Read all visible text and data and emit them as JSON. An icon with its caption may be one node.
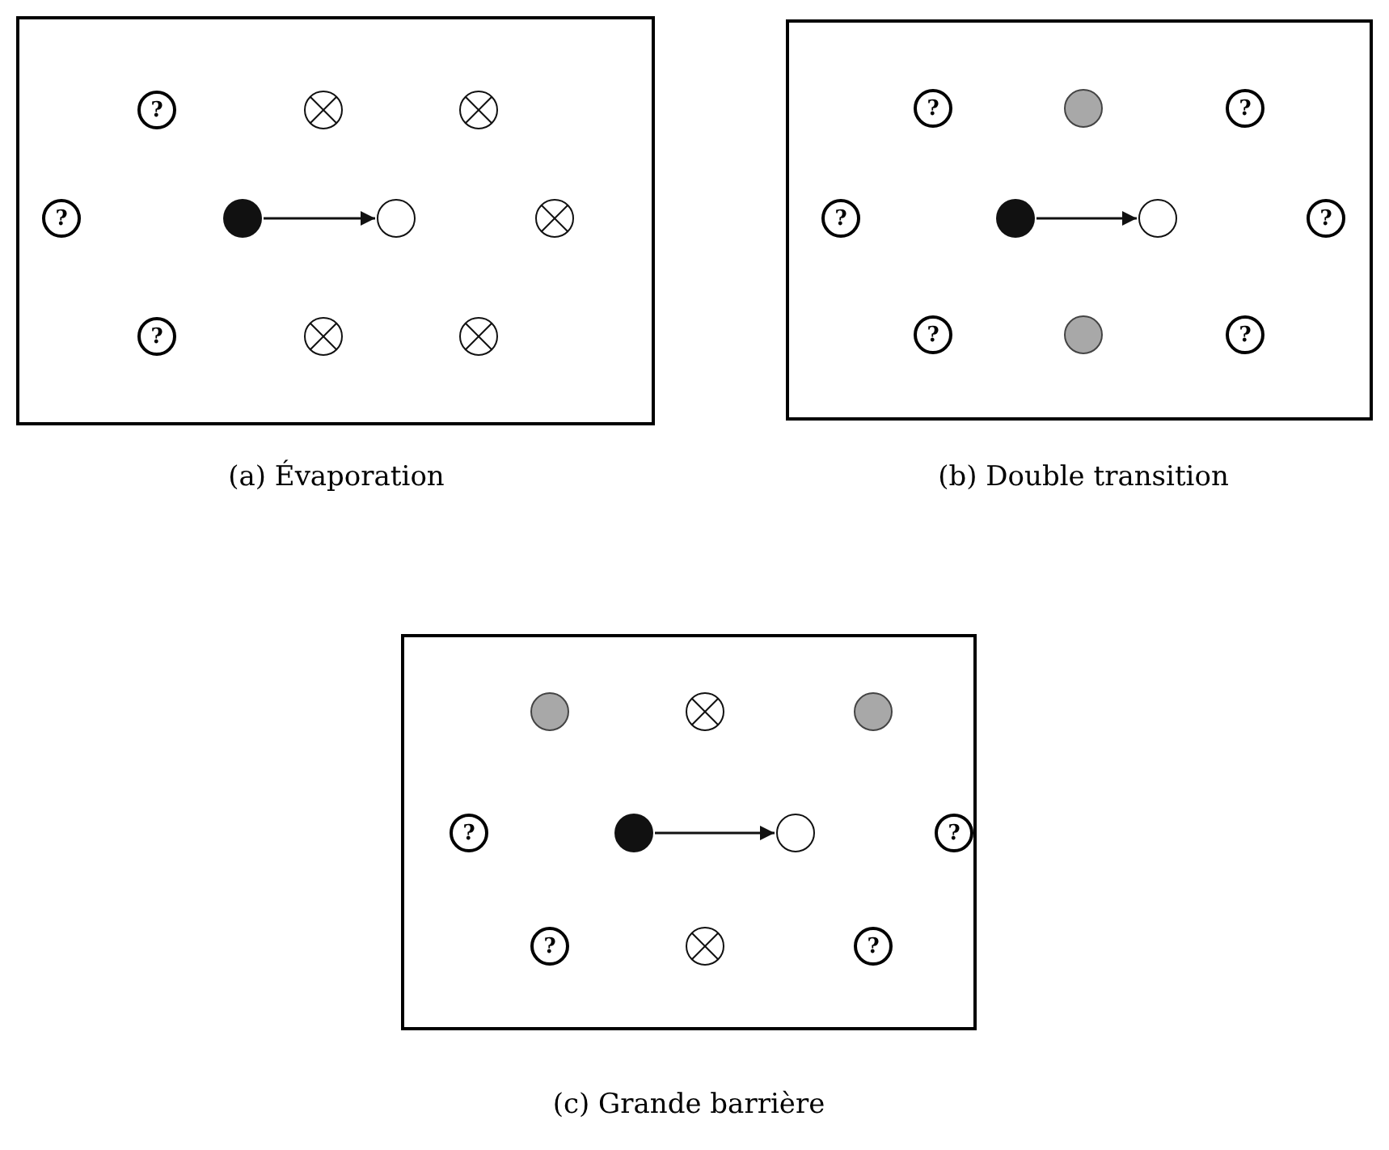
{
  "diagram": {
    "nodes": [
      {
        "text": [],
        "shape": "box",
        "beside": [
          "(a) Évaporation"
        ]
      },
      {
        "text": [
          "?"
        ],
        "in": 0
      },
      {
        "text": [],
        "shape": "crossed-circle",
        "in": 0
      },
      {
        "text": [],
        "shape": "crossed-circle",
        "in": 0
      },
      {
        "text": [
          "?"
        ],
        "in": 0
      },
      {
        "text": [],
        "shape": "black-circle",
        "in": 0
      },
      {
        "text": [],
        "shape": "circle",
        "in": 0
      },
      {
        "text": [],
        "shape": "crossed-circle",
        "in": 0
      },
      {
        "text": [
          "?"
        ],
        "in": 0
      },
      {
        "text": [],
        "shape": "crossed-circle",
        "in": 0
      },
      {
        "text": [],
        "shape": "crossed-circle",
        "in": 0
      },
      {
        "text": [],
        "shape": "box",
        "beside": [
          "(b) Double transition"
        ]
      },
      {
        "text": [
          "?"
        ],
        "in": 11
      },
      {
        "text": [],
        "shape": "gray-circle",
        "in": 11
      },
      {
        "text": [
          "?"
        ],
        "in": 11
      },
      {
        "text": [
          "?"
        ],
        "in": 11
      },
      {
        "text": [],
        "shape": "black-circle",
        "in": 11
      },
      {
        "text": [],
        "shape": "circle",
        "in": 11
      },
      {
        "text": [
          "?"
        ],
        "in": 11
      },
      {
        "text": [
          "?"
        ],
        "in": 11
      },
      {
        "text": [],
        "shape": "gray-circle",
        "in": 11
      },
      {
        "text": [
          "?"
        ],
        "in": 11
      },
      {
        "text": [],
        "shape": "box",
        "beside": [
          "(c) Grande barrière"
        ]
      },
      {
        "text": [],
        "shape": "gray-circle",
        "in": 22
      },
      {
        "text": [],
        "shape": "crossed-circle",
        "in": 22
      },
      {
        "text": [],
        "shape": "gray-circle",
        "in": 22
      },
      {
        "text": [
          "?"
        ],
        "in": 22
      },
      {
        "text": [],
        "shape": "black-circle",
        "in": 22
      },
      {
        "text": [],
        "shape": "circle",
        "in": 22
      },
      {
        "text": [
          "?"
        ],
        "in": 22
      },
      {
        "text": [
          "?"
        ],
        "in": 22
      },
      {
        "text": [],
        "shape": "crossed-circle",
        "in": 22
      },
      {
        "text": [
          "?"
        ],
        "in": 22
      }
    ],
    "edges": [
      {
        "from": 5,
        "to": 6,
        "arrow": "to"
      },
      {
        "from": 16,
        "to": 17,
        "arrow": "to"
      },
      {
        "from": 27,
        "to": 28,
        "arrow": "to"
      }
    ]
  }
}
